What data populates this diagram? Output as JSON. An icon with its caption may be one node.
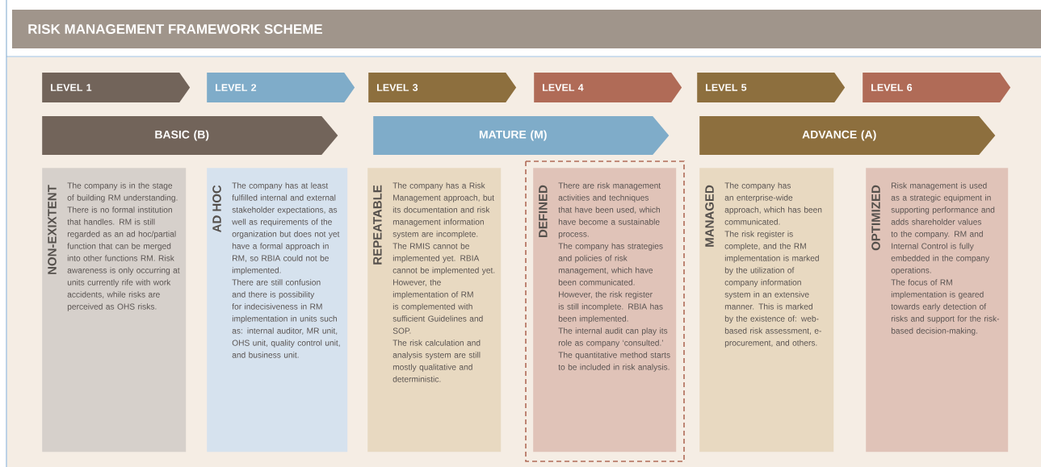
{
  "diagram": {
    "title": "RISK MANAGEMENT FRAMEWORK SCHEME",
    "nodes": [
      {
        "text": [
          "LEVEL 1"
        ]
      },
      {
        "text": [
          "LEVEL 2"
        ]
      },
      {
        "text": [
          "LEVEL 3"
        ]
      },
      {
        "text": [
          "LEVEL 4"
        ]
      },
      {
        "text": [
          "LEVEL 5"
        ]
      },
      {
        "text": [
          "LEVEL 6"
        ]
      },
      {
        "text": [
          "BASIC (B)"
        ]
      },
      {
        "text": [
          "MATURE  (M)"
        ]
      },
      {
        "text": [
          "ADVANCE (A)"
        ]
      },
      {
        "text": [
          "NON-EXIXTENT",
          "The company is in the stage of building RM understanding. There is no formal institution that handles. RM is still regarded as an ad hoc/partial function that can be merged into other functions RM. Risk awareness is only occurring at units currently rife with work accidents, while risks are perceived as OHS risks."
        ]
      },
      {
        "text": [
          "AD HOC",
          "The company has at least fulfilled internal and external stakeholder expectations, as well as requirements of the organization but does not yet have a formal approach in RM, so RBIA could not be implemented.",
          "There are still confusion and there is possibility for indecisiveness in RM implementation in units such as: internal auditor, MR unit, OHS unit, quality control unit, and business unit."
        ]
      },
      {
        "text": [
          "REPEATABLE",
          "The company has a Risk Management approach, but its documentation and risk management information system are incomplete. The RMIS cannot be implemented yet. RBIA cannot be implemented yet.",
          "However, the implementation of RM is complemented with sufficient Guidelines and SOP.",
          "The risk calculation and analysis system are still mostly qualitative and deterministic."
        ]
      },
      {
        "text": [
          "DEFINED",
          "There are risk management activities and techniques that have been used, which have become a sustainable process.",
          "The company has strategies and policies of risk management, which have been communicated. However, the risk register is still incomplete. RBIA has been implemented.",
          "The internal audit can play its role as company ‘consulted.’",
          "The quantitative method starts to be included in risk analysis."
        ]
      },
      {
        "text": [
          "MANAGED",
          "The company has an enterprise-wide approach, which has been communicated.",
          "The risk register is complete, and the RM implementation is marked by the utilization of company information system in an extensive manner. This is marked by the existence of: web-based risk assessment, e-procurement, and others."
        ]
      },
      {
        "text": [
          "OPTIMIZED",
          "Risk management is used as a strategic equipment in supporting performance and adds shareholder values to the company. RM and Internal Control is fully embedded in the company operations.",
          "The focus of RM implementation is geared towards early detection of risks and support for the risk-based decision-making."
        ]
      }
    ]
  }
}
